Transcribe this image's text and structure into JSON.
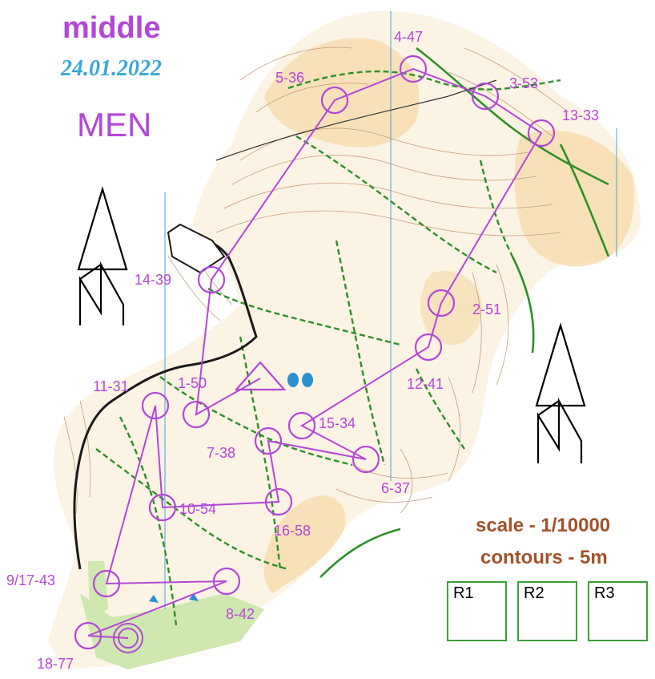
{
  "header": {
    "title": "middle",
    "date": "24.01.2022",
    "class_name": "MEN"
  },
  "legend": {
    "scale": "scale - 1/10000",
    "contours": "contours - 5m"
  },
  "result_boxes": [
    "R1",
    "R2",
    "R3"
  ],
  "controls": [
    {
      "label": "1-50"
    },
    {
      "label": "2-51"
    },
    {
      "label": "3-53"
    },
    {
      "label": "4-47"
    },
    {
      "label": "5-36"
    },
    {
      "label": "6-37"
    },
    {
      "label": "7-38"
    },
    {
      "label": "8-42"
    },
    {
      "label": "9/17-43"
    },
    {
      "label": "10-54"
    },
    {
      "label": "11-31"
    },
    {
      "label": "12-41"
    },
    {
      "label": "13-33"
    },
    {
      "label": "14-39"
    },
    {
      "label": "15-34"
    },
    {
      "label": "16-58"
    },
    {
      "label": "18-77"
    }
  ],
  "colors": {
    "course": "#b347d9",
    "date": "#3aa7d6",
    "legend_text": "#a1522a",
    "contour": "#b8825a",
    "open_land": "#f7d9a6",
    "paths": "#2f8f2a",
    "water": "#2c8fd0",
    "meridian": "#4aa3df"
  },
  "icons": [
    "north-arrow-icon",
    "start-triangle-icon",
    "finish-circle-icon"
  ]
}
